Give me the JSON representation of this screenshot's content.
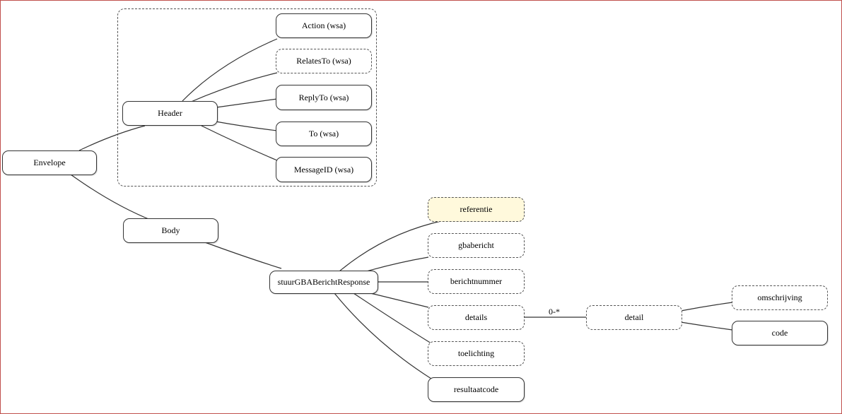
{
  "nodes": {
    "envelope": "Envelope",
    "header": "Header",
    "body": "Body",
    "action": "Action (wsa)",
    "relates_to": "RelatesTo (wsa)",
    "reply_to": "ReplyTo (wsa)",
    "to": "To (wsa)",
    "message_id": "MessageID (wsa)",
    "response": "stuurGBABerichtResponse",
    "referentie": "referentie",
    "gbabericht": "gbabericht",
    "berichtnummer": "berichtnummer",
    "details": "details",
    "toelichting": "toelichting",
    "resultaatcode": "resultaatcode",
    "detail": "detail",
    "omschrijving": "omschrijving",
    "code": "code"
  },
  "multiplicity": {
    "details_detail": "0-*"
  },
  "colors": {
    "frame": "#c0504d",
    "highlight": "#fff9dc",
    "line": "#333333"
  }
}
